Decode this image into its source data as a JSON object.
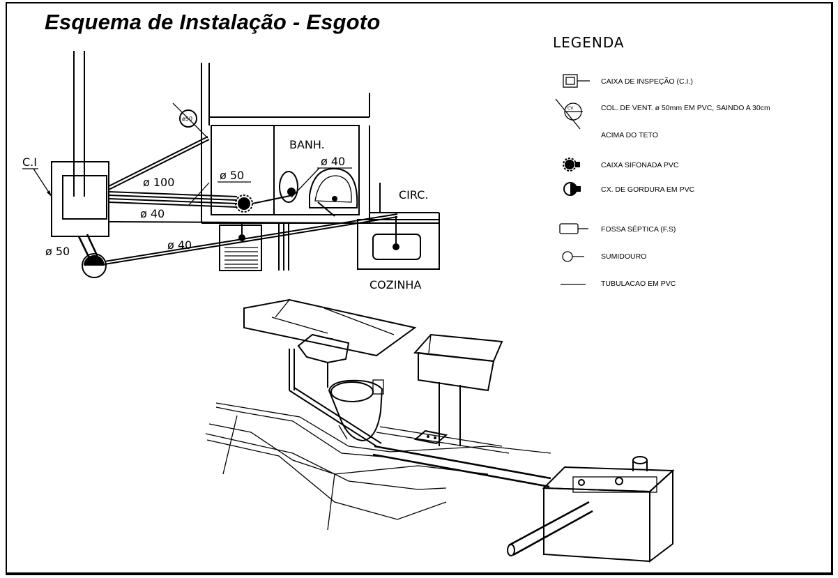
{
  "title": "Esquema de Instalação - Esgoto",
  "legend": {
    "heading": "LEGENDA",
    "items": [
      {
        "icon": "inspection-box-icon",
        "label": "CAIXA DE INSPEÇÃO  (C.I.)"
      },
      {
        "icon": "vent-column-icon",
        "label": "COL. DE VENT. ø 50mm EM PVC, SAINDO A 30cm",
        "label2": "ACIMA DO TETO",
        "icon_text": "CV"
      },
      {
        "icon": "siphon-box-icon",
        "label": "CAIXA SIFONADA PVC"
      },
      {
        "icon": "grease-box-icon",
        "label": "CX. DE GORDURA EM PVC"
      },
      {
        "icon": "septic-tank-icon",
        "label": "FOSSA SÉPTICA  (F.S)"
      },
      {
        "icon": "sink-hole-icon",
        "label": "SUMIDOURO"
      },
      {
        "icon": "pvc-pipe-icon",
        "label": "TUBULACAO EM PVC"
      }
    ]
  },
  "plan": {
    "ci_label": "C.I",
    "vent_tag": "ø50",
    "rooms": {
      "bath": "BANH.",
      "circ": "CIRC.",
      "kitchen": "COZINHA"
    },
    "pipes": {
      "d100": "ø 100",
      "d50_a": "ø 50",
      "d40_a": "ø 40",
      "d40_b": "ø 40",
      "d40_c": "ø 40",
      "d50_b": "ø 50"
    }
  }
}
